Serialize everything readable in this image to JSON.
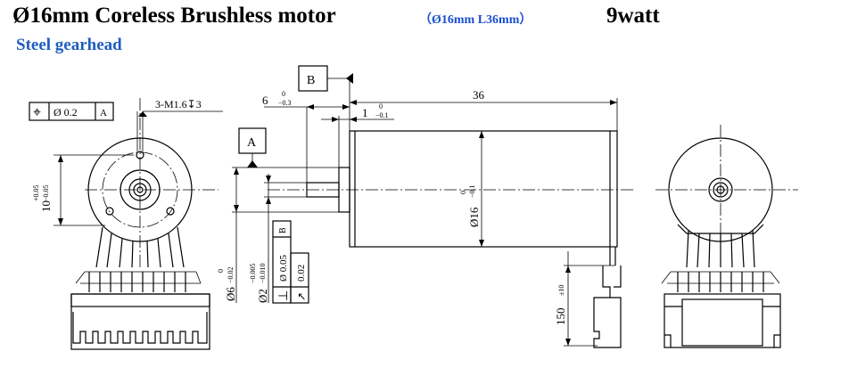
{
  "header": {
    "title": "Ø16mm Coreless Brushless motor",
    "dims": "（Ø16mm   L36mm）",
    "power": "9watt",
    "subtitle": "Steel gearhead"
  },
  "drawing": {
    "tol_front": {
      "symbol": "⌖",
      "value": "Ø 0.2",
      "datum": "A"
    },
    "thread_note": "3-M1.6↧3",
    "dim_10": "10",
    "dim_10_upper": "+0.05",
    "dim_10_lower": "−0.05",
    "datum_b": "B",
    "datum_a": "A",
    "dim_6": "6",
    "dim_6_upper": "0",
    "dim_6_lower": "−0.3",
    "dim_1": "1",
    "dim_1_upper": "0",
    "dim_1_lower": "−0.1",
    "dim_36": "36",
    "dim_d16": "Ø16",
    "dim_d16_upper": "0",
    "dim_d16_lower": "−0.1",
    "dim_d6": "Ø6",
    "dim_d6_upper": "0",
    "dim_d6_lower": "−0.02",
    "dim_d2": "Ø2",
    "dim_d2_upper": "−0.005",
    "dim_d2_lower": "−0.010",
    "tol_perp": {
      "symbol": "⊥",
      "value": "Ø 0.05",
      "datum": "B"
    },
    "tol_runout": {
      "symbol": "↗",
      "value": "0.02"
    },
    "dim_150": "150",
    "dim_150_tol": "±10"
  }
}
